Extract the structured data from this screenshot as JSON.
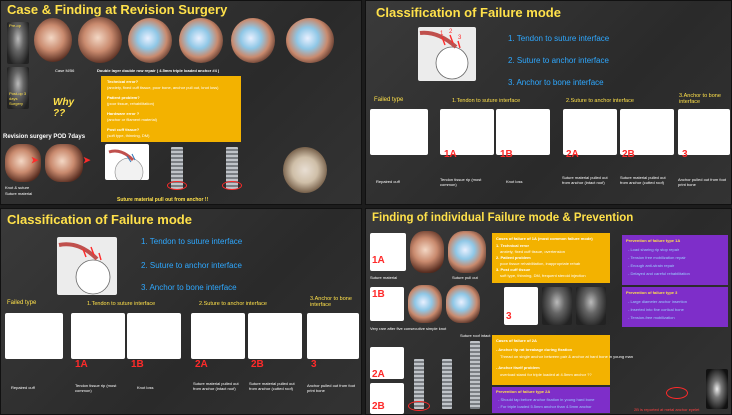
{
  "slide1": {
    "title": "Case & Finding at Revision Surgery",
    "preop": "Pre-op",
    "case": "Case M/56",
    "repair": "Double layer double row repair ( 4.5mm triple loaded anchor #4 )",
    "postop": "Post-op 3 days Surgery",
    "why": "Why ??",
    "revision": "Revision surgery POD 7days",
    "technical_title": "Technical error?",
    "technical_text": "(anxiety, fixed cuff tissue, poor bone, anchor pull out, knot loss)",
    "patient_title": "Patient problem?",
    "patient_text": "(poor tissue, rehabilitation)",
    "hardware_title": "Hardware error ?",
    "hardware_text": "(anchor or filament material)",
    "postcuff_title": "Post cuff tissue?",
    "postcuff_text": "(soft type, thinning, DM)",
    "knot_label": "Knot & suture",
    "suture_material": "Suture material",
    "pullout": "Suture material pull out from anchor !!"
  },
  "slide2": {
    "title": "Classification of Failure mode",
    "items": [
      "1. Tendon to suture interface",
      "2. Suture to anchor interface",
      "3. Anchor to bone interface"
    ],
    "failed_type": "Failed type",
    "col1": "1.Tendon to suture interface",
    "col2": "2.Suture to anchor interface",
    "col3": "3.Anchor to bone interface",
    "codes": [
      "1A",
      "1B",
      "2A",
      "2B",
      "3"
    ],
    "captions": [
      "Repaired cuff",
      "Tendon tissue rip (most common)",
      "Knot loss",
      "Suture material pulled out from anchor (intact roof)",
      "Suture material pulled out from anchor (cutted roof)",
      "Anchor pulled out from foot print bone"
    ]
  },
  "slide3": {
    "title": "Classification of Failure mode",
    "items": [
      "1. Tendon to suture interface",
      "2. Suture to anchor interface",
      "3. Anchor to bone interface"
    ],
    "failed_type": "Failed type",
    "col1": "1.Tendon to suture interface",
    "col2": "2.Suture to anchor interface",
    "col3": "3.Anchor to bone interface",
    "codes": [
      "1A",
      "1B",
      "2A",
      "2B",
      "3"
    ],
    "captions": [
      "Repaired cuff",
      "Tendon tissue rip (most common)",
      "Knot loss",
      "Suture material pulled out from anchor (intact roof)",
      "Suture material pulled out from anchor (cutted roof)",
      "Anchor pulled out from foot print bone"
    ]
  },
  "slide4": {
    "title": "Finding of individual Failure mode & Prevention",
    "type1a_head": "Cases of failure of 1A (most common failure mode)",
    "type1a_lines": [
      "1. Technical error",
      "anxiety, fixed cuff tissue, overtension",
      "2. Patient problem",
      "poor tissue rehabilitation, inappropriate rehab",
      "3. Post cuff tissue",
      "soft type, thinning, DM, frequent steroid injection"
    ],
    "prev1a_head": "Prevention of failure type 1A",
    "prev1a_lines": [
      "- Load sharing rip stop repair",
      "- Tension free mobilization repair",
      "- Enough anti-strain repair",
      "- Delayed and careful rehabilitation"
    ],
    "prev3_head": "Prevention of failure type 3",
    "prev3_lines": [
      "- Large diameter anchor insertion",
      "- Inserted into fine cortical bone",
      "- Tension-free mobilization"
    ],
    "suture_material": "Suture material",
    "pullout_note": "Suture pull out",
    "rare_note": "Very rare after five consecutive simple knot",
    "suture_roof": "Suture roof intact",
    "type2a_head": "Cases of failure of 2A",
    "type2a_lines": [
      "- Anchor tip rat breakage during fixation",
      "Thread on single anchor between pair & anchor at hard bone in young man",
      "- Anchor itself problem",
      "overload stand for triple loaded at 4.5mm anchor ??"
    ],
    "prev2a_head": "Prevention of failure type 2A",
    "prev2a_lines": [
      "- Should tap before anchor fixation in young hard bone",
      "- For triple loaded 5.5mm anchor than 4.5mm anchor"
    ],
    "eyelet_note": "2B is reported at metal anchor eyelet",
    "codes": [
      "1A",
      "1B",
      "2A",
      "2B",
      "3"
    ]
  }
}
